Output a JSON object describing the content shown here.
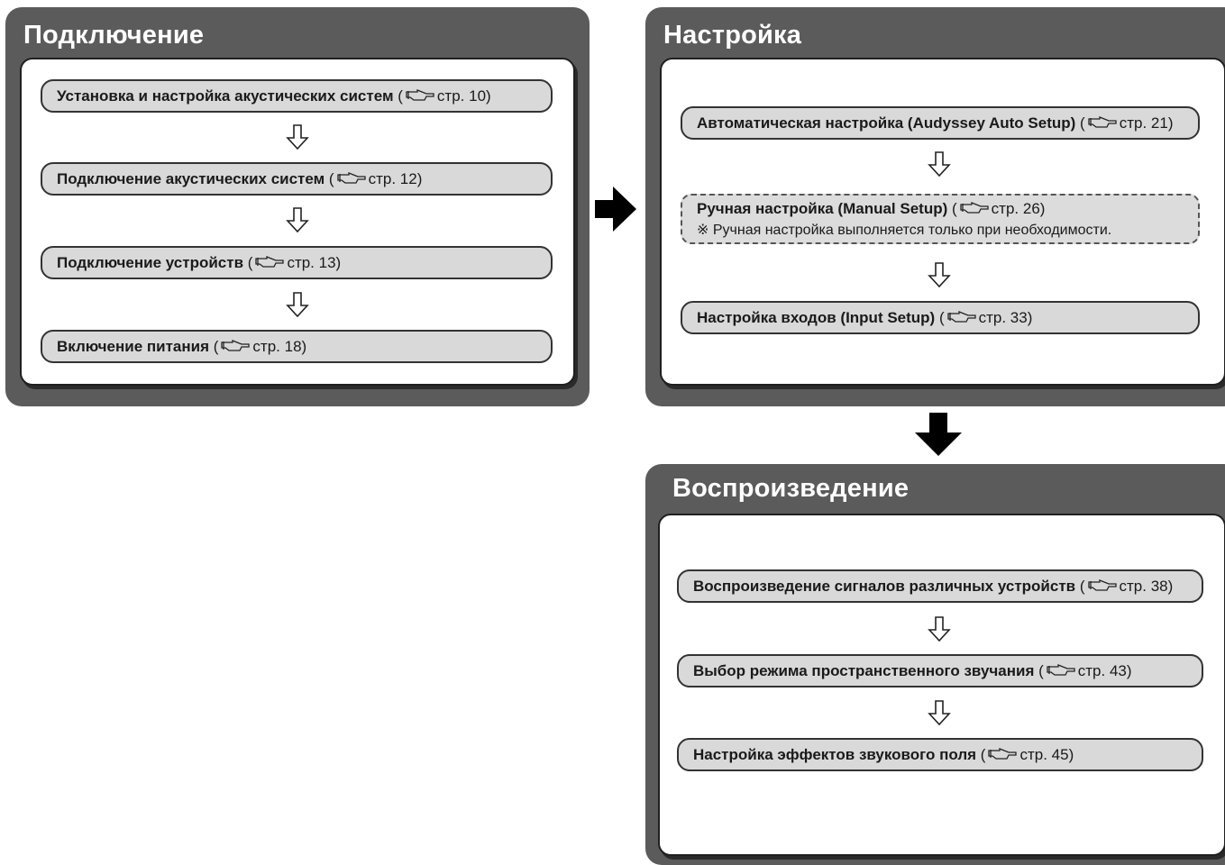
{
  "panels": {
    "connection": {
      "title": "Подключение",
      "steps": [
        {
          "label": "Установка и настройка акустических систем",
          "page": "стр. 10"
        },
        {
          "label": "Подключение акустических систем",
          "page": "стр. 12"
        },
        {
          "label": "Подключение устройств",
          "page": "стр. 13"
        },
        {
          "label": "Включение питания",
          "page": "стр. 18"
        }
      ]
    },
    "setup": {
      "title": "Настройка",
      "steps": [
        {
          "label": "Автоматическая настройка (Audyssey Auto Setup)",
          "page": "стр. 21"
        },
        {
          "label": "Ручная настройка (Manual Setup)",
          "page": "стр. 26",
          "note": "※ Ручная настройка выполняется только при необходимости."
        },
        {
          "label": "Настройка входов (Input Setup)",
          "page": "стр. 33"
        }
      ]
    },
    "playback": {
      "title": "Воспроизведение",
      "steps": [
        {
          "label": "Воспроизведение сигналов различных устройств",
          "page": "стр. 38"
        },
        {
          "label": "Выбор режима пространственного звучания",
          "page": "стр. 43"
        },
        {
          "label": "Настройка эффектов звукового поля",
          "page": "стр. 45"
        }
      ]
    }
  },
  "punct": {
    "open": " (",
    "close": ")"
  },
  "icons": {
    "reference": "pointing-hand-icon",
    "flow": "down-outline-arrow-icon",
    "transition": "solid-arrow-icon"
  },
  "colors": {
    "panel": "#5b5b5b",
    "step_fill": "#d9d9d9",
    "card": "#ffffff"
  }
}
